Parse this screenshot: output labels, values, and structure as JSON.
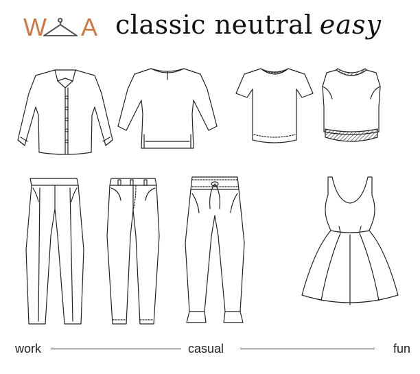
{
  "logo": {
    "left_letter": "W",
    "right_letter": "A",
    "accent_color": "#c97b4a",
    "icon": "hanger-icon"
  },
  "title": {
    "main": "classic neutral",
    "accent": "easy"
  },
  "garments": [
    {
      "name": "button-up-shirt"
    },
    {
      "name": "three-quarter-sleeve-top"
    },
    {
      "name": "short-sleeve-tee"
    },
    {
      "name": "sleeveless-shell-top"
    },
    {
      "name": "tailored-trousers"
    },
    {
      "name": "skinny-jeans"
    },
    {
      "name": "drawstring-joggers"
    },
    {
      "name": "fit-and-flare-dress"
    }
  ],
  "scale": {
    "left": "work",
    "middle": "casual",
    "right": "fun"
  }
}
